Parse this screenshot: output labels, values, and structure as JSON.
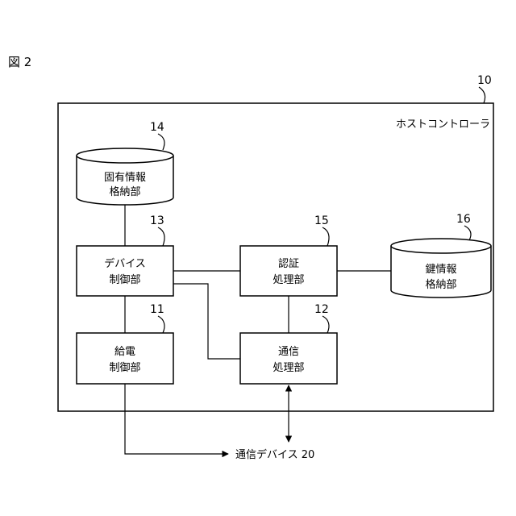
{
  "figure_label": "図 2",
  "host": {
    "number": "10",
    "label": "ホストコントローラ"
  },
  "storage_unique": {
    "number": "14",
    "line1": "固有情報",
    "line2": "格納部"
  },
  "device_control": {
    "number": "13",
    "line1": "デバイス",
    "line2": "制御部"
  },
  "power_control": {
    "number": "11",
    "line1": "給電",
    "line2": "制御部"
  },
  "auth_processing": {
    "number": "15",
    "line1": "認証",
    "line2": "処理部"
  },
  "comm_processing": {
    "number": "12",
    "line1": "通信",
    "line2": "処理部"
  },
  "storage_key": {
    "number": "16",
    "line1": "鍵情報",
    "line2": "格納部"
  },
  "external_device": {
    "label": "通信デバイス 20"
  }
}
